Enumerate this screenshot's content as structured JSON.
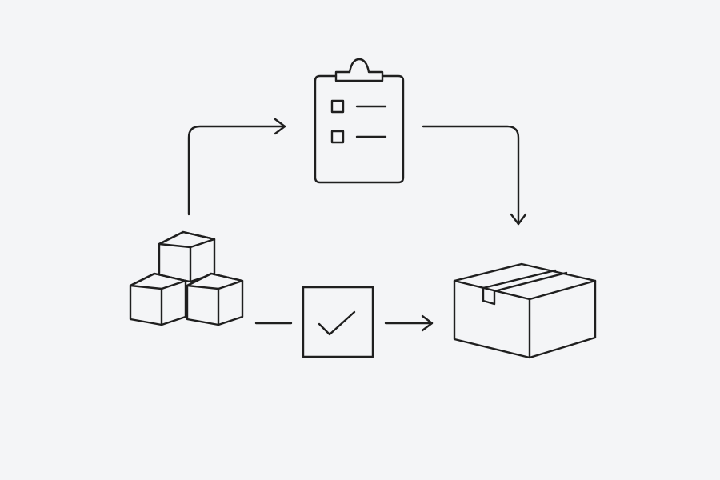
{
  "colors": {
    "background": "#f4f5f7",
    "line": "#1f1f1f"
  },
  "nodes": [
    {
      "id": "blocks",
      "icon": "stacked-cubes-icon"
    },
    {
      "id": "checklist",
      "icon": "clipboard-checklist-icon"
    },
    {
      "id": "verify",
      "icon": "checkbox-checked-icon"
    },
    {
      "id": "package",
      "icon": "shipping-box-icon"
    }
  ],
  "connectors": [
    {
      "from": "blocks",
      "to": "checklist",
      "type": "elbow-arrow"
    },
    {
      "from": "checklist",
      "to": "package",
      "type": "elbow-arrow"
    },
    {
      "from": "blocks",
      "to": "verify",
      "type": "line"
    },
    {
      "from": "verify",
      "to": "package",
      "type": "arrow"
    }
  ]
}
